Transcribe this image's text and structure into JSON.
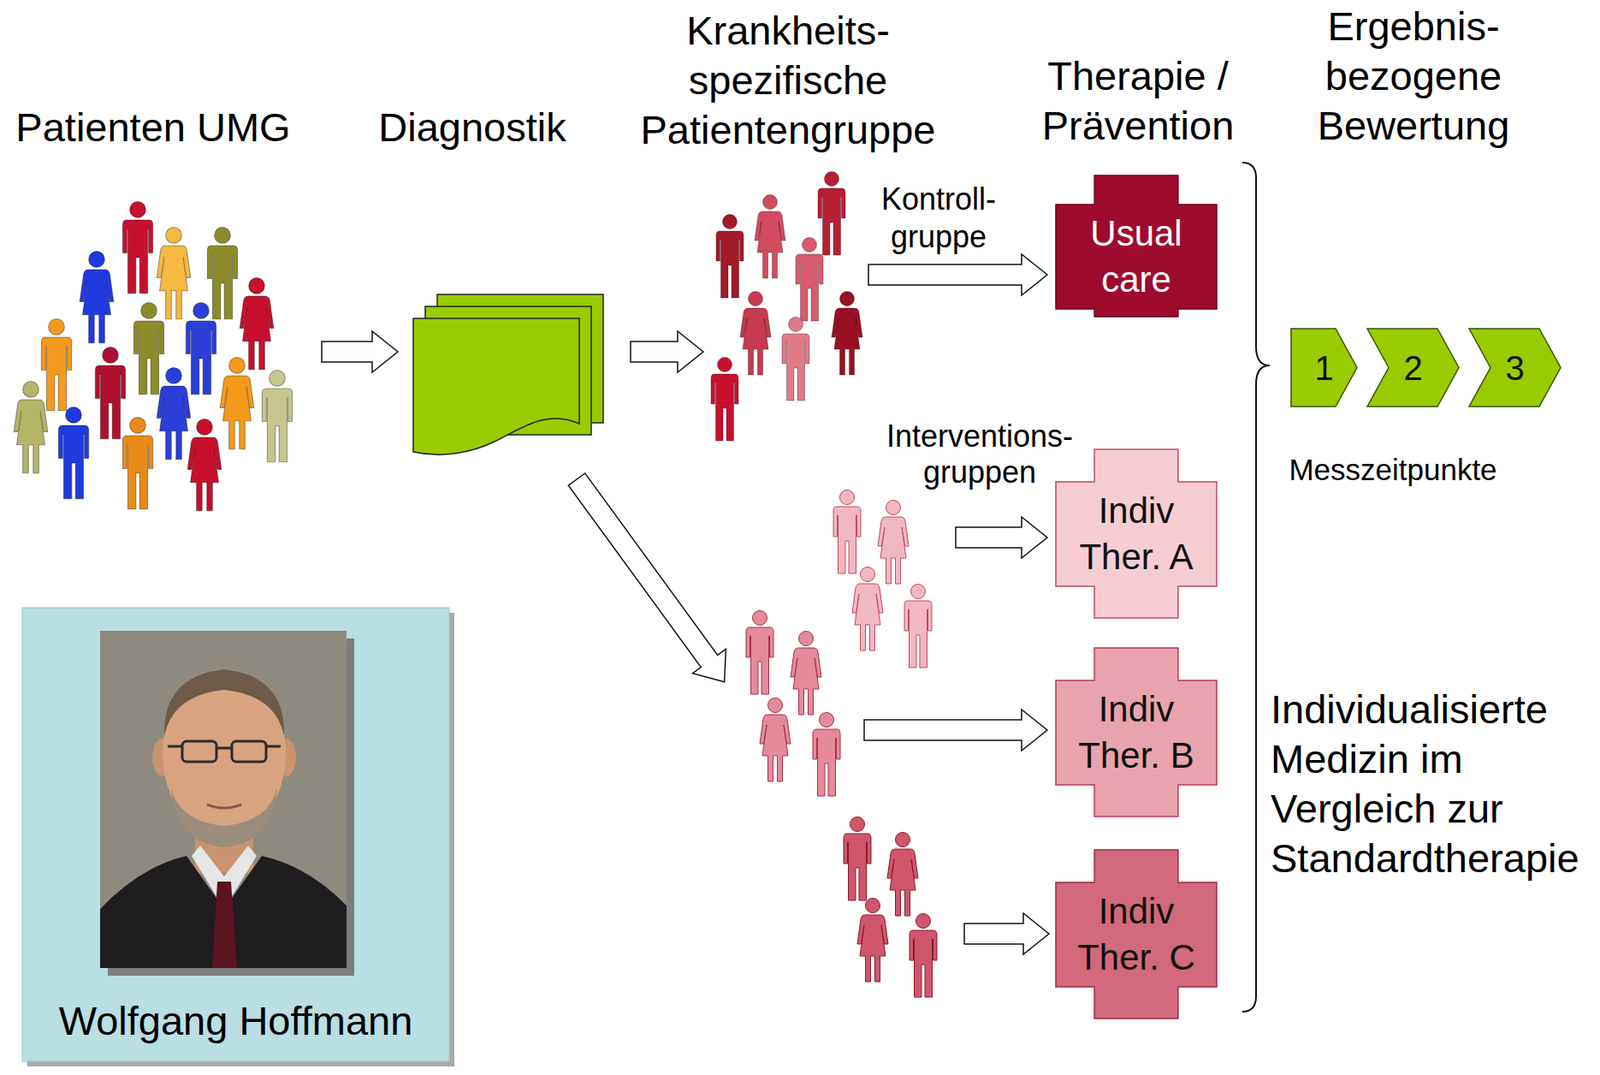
{
  "diagram": {
    "nodes": [
      {
        "text": [
          "Usual care"
        ]
      },
      {
        "text": [
          "1"
        ]
      },
      {
        "text": [
          "2"
        ]
      },
      {
        "text": [
          "3"
        ]
      },
      {
        "text": [
          "Indiv Ther. A"
        ]
      },
      {
        "text": [
          "Wolfgang Hoffmann"
        ]
      },
      {
        "text": [
          "Indiv Ther. B"
        ]
      },
      {
        "text": [
          "Indiv Ther. C"
        ]
      }
    ],
    "labels": [
      "Patienten UMG",
      "Diagnostik",
      "Krankheits- spezifische Patientengruppe",
      "Therapie / Prävention",
      "Ergebnis- bezogene Bewertung",
      "Kontroll- gruppe",
      "Interventions- gruppen",
      "Messzeitpunkte",
      "Individualisierte Medizin im Vergleich zur Standardtherapie"
    ]
  }
}
